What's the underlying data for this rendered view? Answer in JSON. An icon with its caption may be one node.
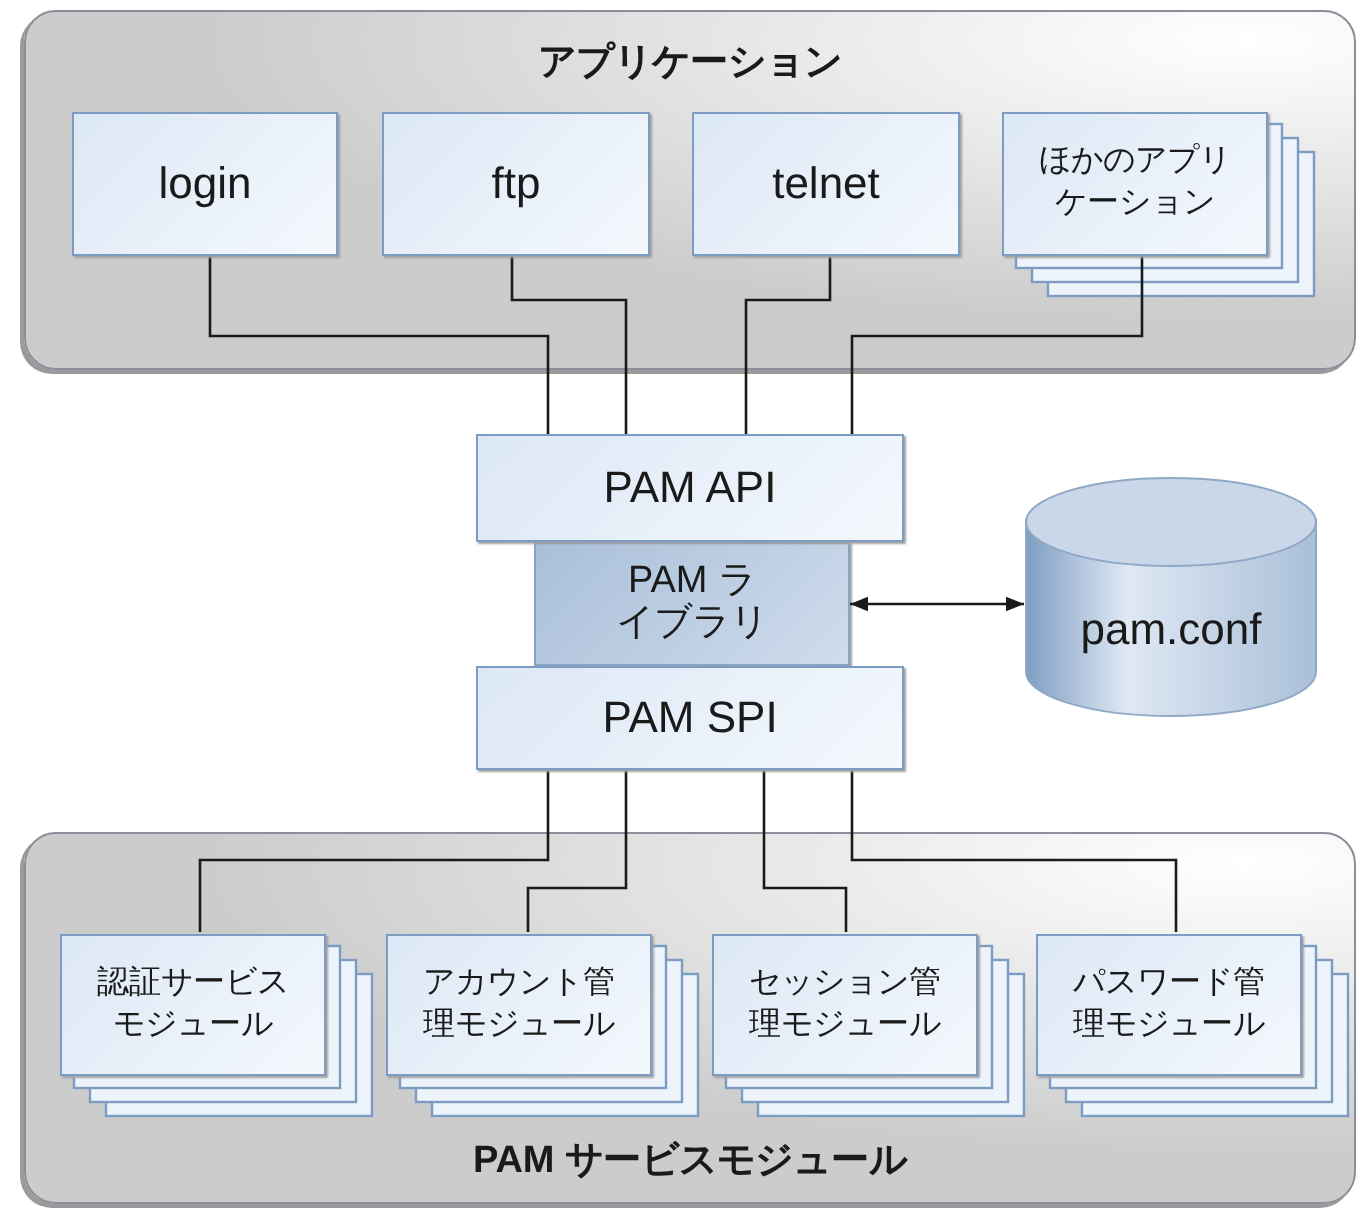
{
  "diagram": {
    "nodes": [
      {
        "text": [
          "アプリケーション"
        ]
      },
      {
        "text": [
          "login"
        ],
        "in": 0
      },
      {
        "text": [
          "ftp"
        ],
        "in": 0
      },
      {
        "text": [
          "telnet"
        ],
        "in": 0
      },
      {
        "text": [
          "ほかのアプリケーション"
        ],
        "in": 0
      },
      {
        "text": [
          "PAM API"
        ]
      },
      {
        "text": [
          "PAM ライブラリ"
        ]
      },
      {
        "text": [
          "pam.conf"
        ]
      },
      {
        "text": [
          "PAM SPI"
        ]
      },
      {
        "text": [
          "PAM サービスモジュール"
        ]
      },
      {
        "text": [
          "認証サービスモジュール"
        ],
        "in": 9
      },
      {
        "text": [
          "アカウント管理モジュール"
        ],
        "in": 9
      },
      {
        "text": [
          "セッション管理モジュール"
        ],
        "in": 9
      },
      {
        "text": [
          "パスワード管理モジュール"
        ],
        "in": 9
      }
    ],
    "edges": [
      {
        "from": 1,
        "to": 5,
        "arrow": "none"
      },
      {
        "from": 2,
        "to": 5,
        "arrow": "none"
      },
      {
        "from": 3,
        "to": 5,
        "arrow": "none"
      },
      {
        "from": 4,
        "to": 5,
        "arrow": "none"
      },
      {
        "from": 6,
        "to": 7,
        "arrow": "both"
      },
      {
        "from": 8,
        "to": 10,
        "arrow": "none"
      },
      {
        "from": 8,
        "to": 11,
        "arrow": "none"
      },
      {
        "from": 8,
        "to": 12,
        "arrow": "none"
      },
      {
        "from": 8,
        "to": 13,
        "arrow": "none"
      }
    ]
  }
}
